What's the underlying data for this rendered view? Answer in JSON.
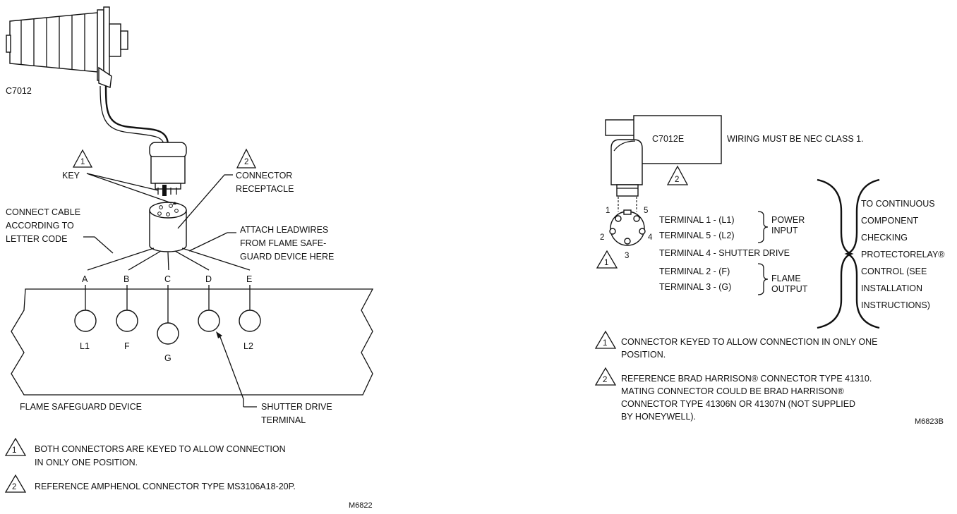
{
  "left": {
    "c7012_label": "C7012",
    "key_label": "KEY",
    "connector_receptacle_1": "CONNECTOR",
    "connector_receptacle_2": "RECEPTACLE",
    "connect_cable_1": "CONNECT CABLE",
    "connect_cable_2": "ACCORDING TO",
    "connect_cable_3": "LETTER CODE",
    "attach_1": "ATTACH LEADWIRES",
    "attach_2": "FROM FLAME SAFE-",
    "attach_3": "GUARD DEVICE HERE",
    "letters": [
      "A",
      "B",
      "C",
      "D",
      "E"
    ],
    "terminals": [
      "L1",
      "F",
      "G",
      "",
      "L2"
    ],
    "device_label": "FLAME SAFEGUARD DEVICE",
    "shutter_1": "SHUTTER DRIVE",
    "shutter_2": "TERMINAL",
    "marker_1": "1",
    "marker_2": "2",
    "note1_marker": "1",
    "note1_line1": "BOTH CONNECTORS ARE KEYED TO ALLOW CONNECTION",
    "note1_line2": "IN ONLY ONE POSITION.",
    "note2_marker": "2",
    "note2_line1": "REFERENCE AMPHENOL CONNECTOR TYPE MS3106A18-20P.",
    "figure_id": "M6822"
  },
  "right": {
    "c7012e_label": "C7012E",
    "wiring_label": "WIRING MUST BE NEC CLASS 1.",
    "marker_2": "2",
    "marker_1": "1",
    "pin_1": "1",
    "pin_5": "5",
    "pin_2": "2",
    "pin_4": "4",
    "pin_3": "3",
    "terminal_1": "TERMINAL 1 - (L1)",
    "terminal_5": "TERMINAL 5 - (L2)",
    "terminal_4": "TERMINAL 4 - SHUTTER DRIVE",
    "terminal_2": "TERMINAL 2 - (F)",
    "terminal_3": "TERMINAL 3 - (G)",
    "power_1": "POWER",
    "power_2": "INPUT",
    "flame_1": "FLAME",
    "flame_2": "OUTPUT",
    "cont_1": "TO CONTINUOUS",
    "cont_2": "COMPONENT",
    "cont_3": "CHECKING",
    "cont_4": "PROTECTORELAY®",
    "cont_5": "CONTROL (SEE",
    "cont_6": "INSTALLATION",
    "cont_7": "INSTRUCTIONS)",
    "note1_marker": "1",
    "note1_line1": "CONNECTOR KEYED TO ALLOW CONNECTION IN ONLY ONE",
    "note1_line2": "POSITION.",
    "note2_marker": "2",
    "note2_line1": "REFERENCE BRAD HARRISON® CONNECTOR TYPE 41310.",
    "note2_line2": "MATING CONNECTOR COULD BE BRAD HARRISON®",
    "note2_line3": "CONNECTOR TYPE 41306N OR 41307N (NOT SUPPLIED",
    "note2_line4": "BY HONEYWELL).",
    "figure_id": "M6823B"
  }
}
